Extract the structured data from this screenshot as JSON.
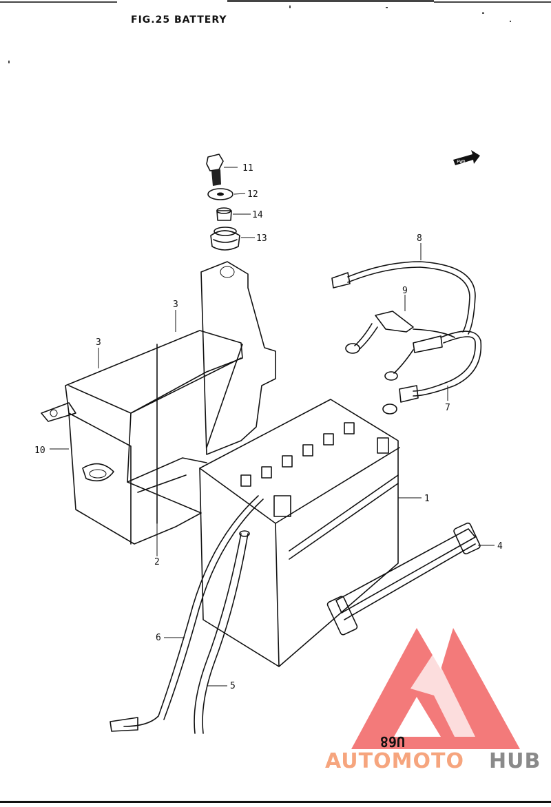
{
  "figure": {
    "title": "FIG.25  BATTERY",
    "code": "U68"
  },
  "callouts": {
    "c1": "1",
    "c2": "2",
    "c3a": "3",
    "c3b": "3",
    "c4": "4",
    "c5": "5",
    "c6": "6",
    "c7": "7",
    "c8": "8",
    "c9": "9",
    "c10": "10",
    "c11": "11",
    "c12": "12",
    "c13": "13",
    "c14": "14"
  },
  "fwd_arrow": {
    "label": "FWD"
  },
  "watermark": {
    "part_a": "AUTOMOTO",
    "part_b": "HUB",
    "color_a": "#f6a57e",
    "color_b": "#8a8a8a",
    "logo_color": "#f04d4d"
  },
  "colors": {
    "ink": "#111111",
    "paper": "#ffffff"
  }
}
